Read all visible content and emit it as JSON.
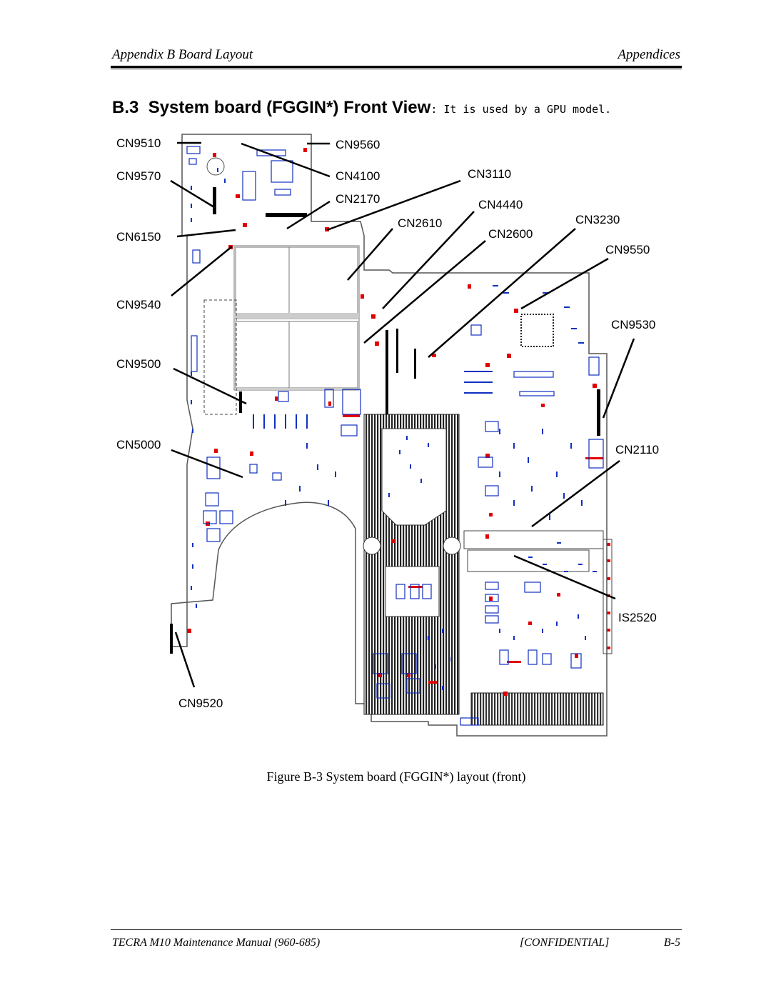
{
  "header": {
    "left": "Appendix B   Board Layout",
    "right": "Appendices"
  },
  "section": {
    "number": "B.3",
    "title": "System board (FGGIN*) Front View",
    "note": ": It is used by a GPU model."
  },
  "board": {
    "labels": [
      "CN9510",
      "CN9560",
      "CN9570",
      "CN4100",
      "CN3110",
      "CN2170",
      "CN4440",
      "CN6150",
      "CN2610",
      "CN3230",
      "CN2600",
      "CN9550",
      "CN9540",
      "CN9530",
      "CN9500",
      "CN5000",
      "CN2110",
      "IS2520",
      "CN9520"
    ],
    "colors": {
      "outline": "#555555",
      "marker": "#e00000",
      "component": "#1030c0",
      "heatsink": "#222222"
    }
  },
  "caption": "Figure B-3 System board (FGGIN*) layout (front)",
  "footer": {
    "left": "TECRA M10 Maintenance Manual (960-685)",
    "middle": "[CONFIDENTIAL]",
    "right": "B-5"
  }
}
